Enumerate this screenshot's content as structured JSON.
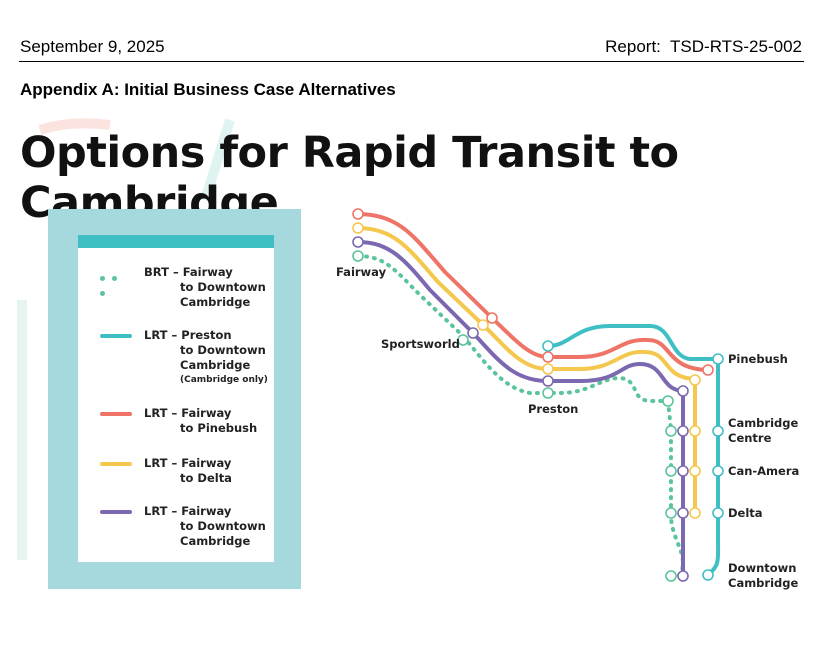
{
  "header": {
    "date": "September 9, 2025",
    "report": "Report:  TSD-RTS-25-002"
  },
  "appendix_title": "Appendix A: Initial Business Case Alternatives",
  "map_title": "Options for Rapid Transit to Cambridge",
  "legend": {
    "items": [
      {
        "mode": "BRT",
        "line1": "BRT – Fairway",
        "line2": "to Downtown",
        "line3": "Cambridge",
        "note": "",
        "color": "#5bc49a",
        "style": "dotted"
      },
      {
        "mode": "LRT",
        "line1": "LRT – Preston",
        "line2": "to Downtown",
        "line3": "Cambridge",
        "note": "(Cambridge only)",
        "color": "#3fbfc4",
        "style": "solid"
      },
      {
        "mode": "LRT",
        "line1": "LRT – Fairway",
        "line2": "to Pinebush",
        "line3": "",
        "note": "",
        "color": "#ef7468",
        "style": "solid"
      },
      {
        "mode": "LRT",
        "line1": "LRT – Fairway",
        "line2": "to Delta",
        "line3": "",
        "note": "",
        "color": "#f4c84e",
        "style": "solid"
      },
      {
        "mode": "LRT",
        "line1": "LRT – Fairway",
        "line2": "to Downtown",
        "line3": "Cambridge",
        "note": "",
        "color": "#7b68b0",
        "style": "solid"
      }
    ]
  },
  "stations": {
    "fairway": "Fairway",
    "sportsworld": "Sportsworld",
    "preston": "Preston",
    "pinebush": "Pinebush",
    "cambridge_centre_1": "Cambridge",
    "cambridge_centre_2": "Centre",
    "can_amera": "Can-Amera",
    "delta": "Delta",
    "downtown_1": "Downtown",
    "downtown_2": "Cambridge"
  },
  "colors": {
    "brt": "#5bc49a",
    "lrt_preston": "#3fbfc4",
    "lrt_pinebush": "#ef7468",
    "lrt_delta": "#f4c84e",
    "lrt_downtown": "#7b68b0",
    "legend_frame": "#a6d9dd"
  }
}
